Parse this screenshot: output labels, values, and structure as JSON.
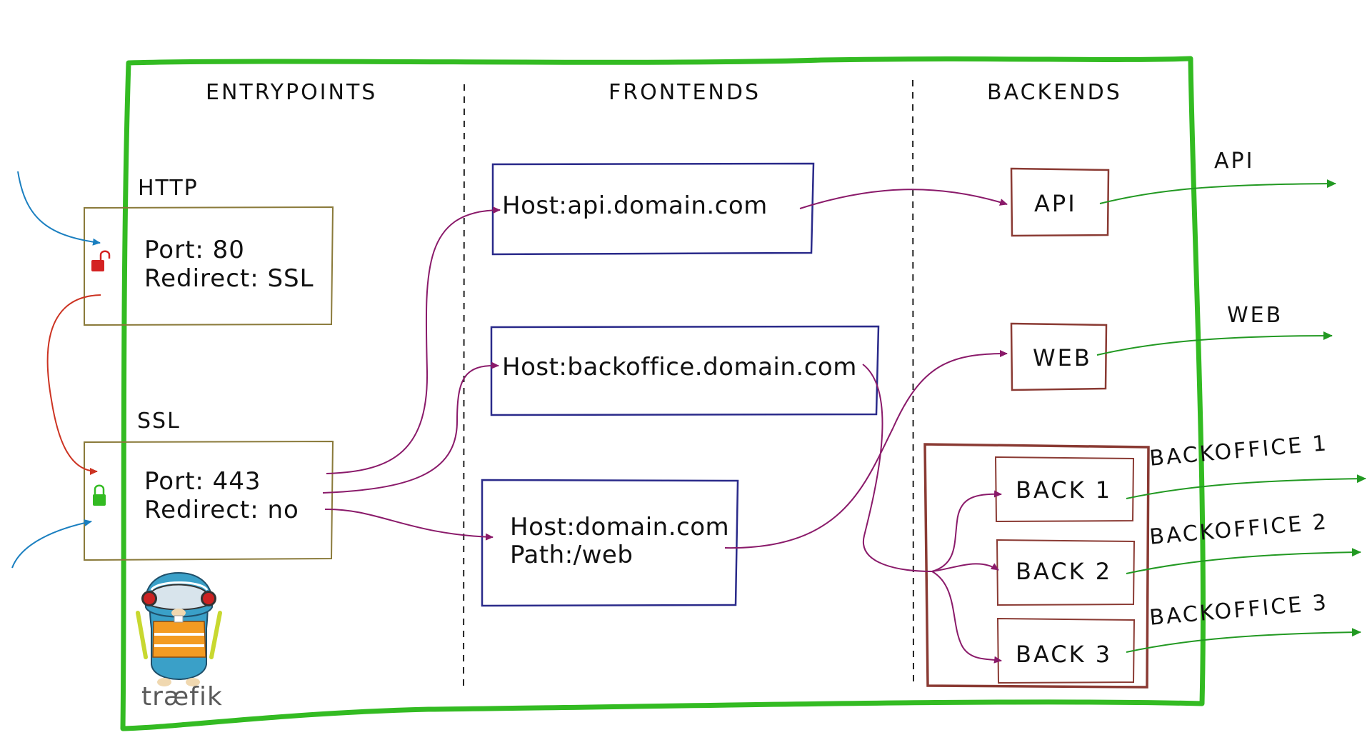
{
  "columns": {
    "entrypoints": "ENTRYPOINTS",
    "frontends": "FRONTENDS",
    "backends": "BACKENDS"
  },
  "entrypoints": {
    "http": {
      "name": "HTTP",
      "port_line": "Port: 80",
      "redirect_line": "Redirect: SSL",
      "lock": "unlocked-padlock-icon"
    },
    "ssl": {
      "name": "SSL",
      "port_line": "Port: 443",
      "redirect_line": "Redirect: no",
      "lock": "locked-padlock-icon"
    }
  },
  "frontends": {
    "api": "Host:api.domain.com",
    "backoffice": "Host:backoffice.domain.com",
    "web_host": "Host:domain.com",
    "web_path": "Path:/web"
  },
  "backends": {
    "api": "API",
    "web": "WEB",
    "back1": "BACK 1",
    "back2": "BACK 2",
    "back3": "BACK 3"
  },
  "outputs": {
    "api": "API",
    "web": "WEB",
    "backoffice1": "BACKOFFICE 1",
    "backoffice2": "BACKOFFICE 2",
    "backoffice3": "BACKOFFICE 3"
  },
  "logo": {
    "text": "træfik",
    "icon": "gopher-mascot-icon"
  },
  "colors": {
    "frame": "#33bb22",
    "entry_box": "#8a7a3a",
    "frontend_box": "#2a2a8a",
    "backend_box": "#8a3a33",
    "route_arrow": "#8a1a6a",
    "incoming_arrow": "#1a7fc0",
    "redirect_arrow": "#cc3322",
    "output_arrow": "#229922"
  }
}
